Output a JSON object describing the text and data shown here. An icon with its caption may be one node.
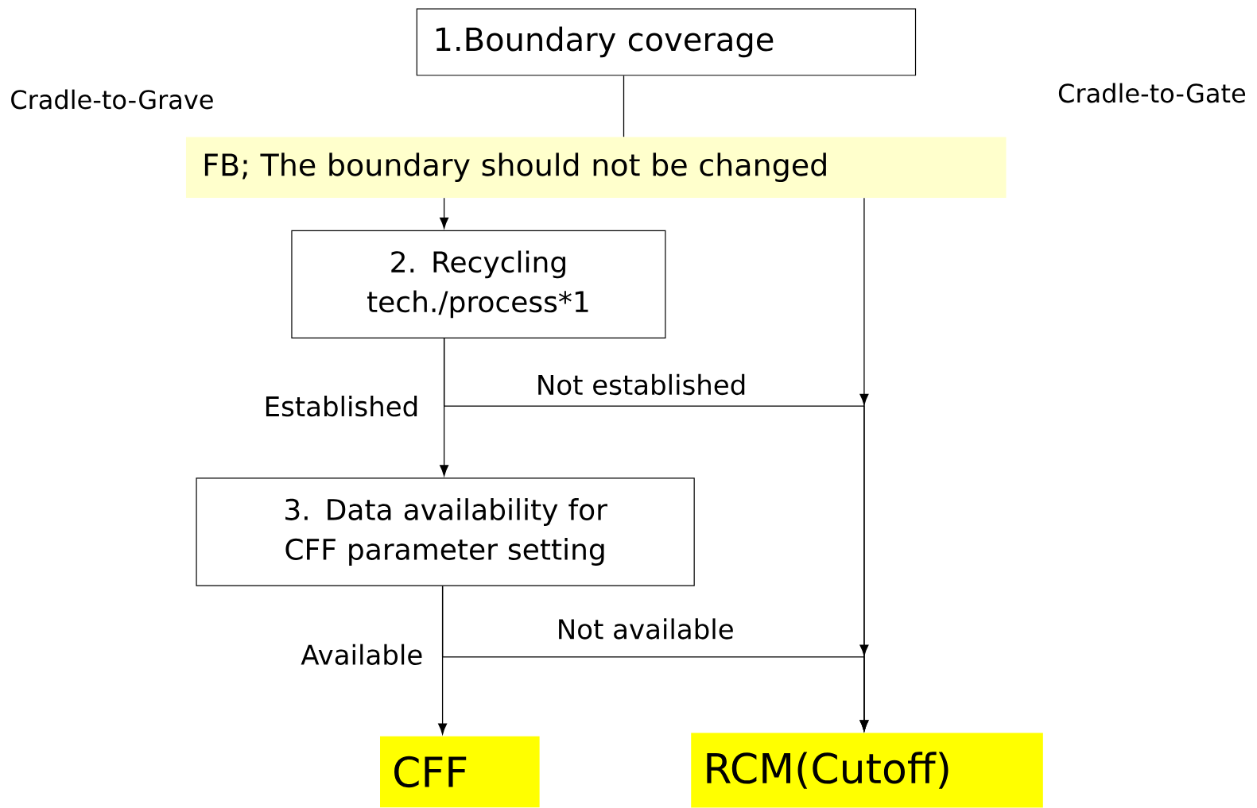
{
  "diagram": {
    "nodes": [
      {
        "text": [
          "1.Boundary coverage"
        ]
      },
      {
        "text": [
          "FB; The boundary should not be changed"
        ]
      },
      {
        "text": [
          "2. Recycling tech./process*1"
        ]
      },
      {
        "text": [
          "3. Data availability for CFF parameter setting"
        ]
      },
      {
        "text": [
          "CFF"
        ]
      },
      {
        "text": [
          "RCM(Cutoff)"
        ]
      }
    ],
    "edges": [
      {
        "from": 0,
        "to": 1,
        "arrow": "none"
      },
      {
        "from": 1,
        "to": 2,
        "arrow": "to"
      },
      {
        "from": 1,
        "to": 5,
        "arrow": "to"
      },
      {
        "from": 2,
        "to": 3,
        "arrow": "to",
        "label": "Established"
      },
      {
        "from": 2,
        "to": 5,
        "arrow": "to",
        "label": "Not established"
      },
      {
        "from": 3,
        "to": 4,
        "arrow": "to",
        "label": "Available"
      },
      {
        "from": 3,
        "to": 5,
        "arrow": "to",
        "label": "Not available"
      }
    ],
    "labels": [
      "Cradle-to-Grave",
      "Cradle-to-Gate"
    ]
  }
}
